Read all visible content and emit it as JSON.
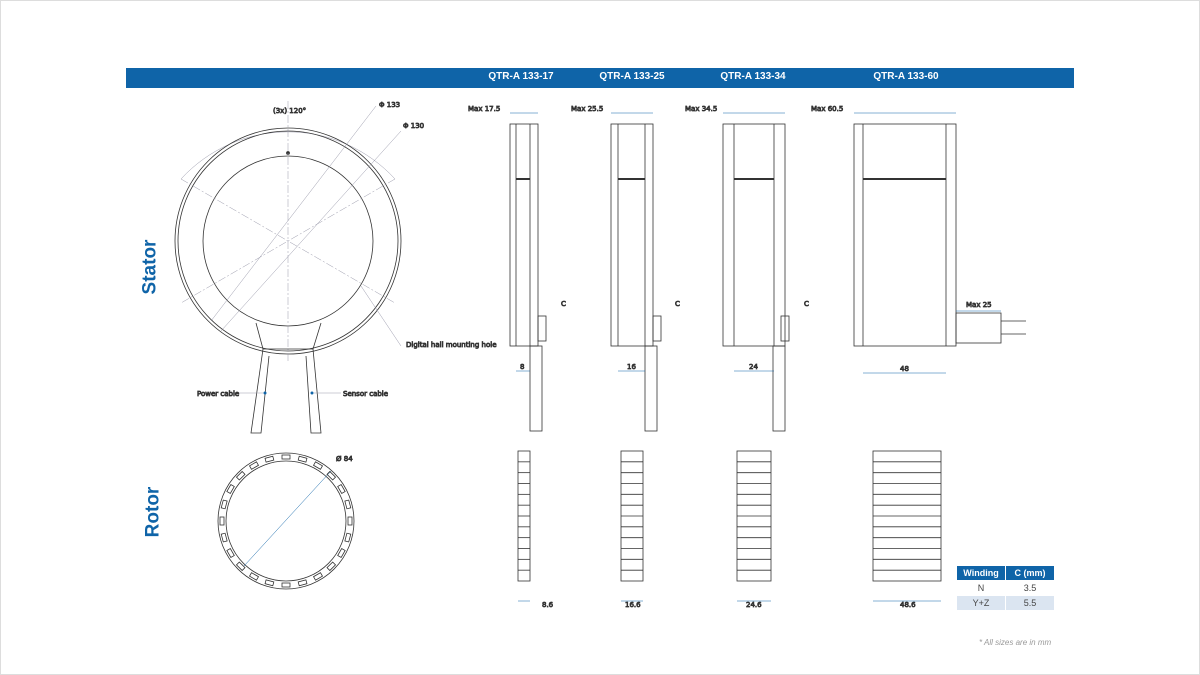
{
  "header": {
    "models": [
      "QTR-A 133-17",
      "QTR-A 133-25",
      "QTR-A 133-34",
      "QTR-A 133-60"
    ]
  },
  "rows": {
    "stator": "Stator",
    "rotor": "Rotor"
  },
  "stator_front": {
    "angle": "(3x) 120°",
    "outer_dia": "Φ 133",
    "inner_dia": "Φ 130",
    "hall": "Digital hall mounting hole",
    "power": "Power cable",
    "sensor": "Sensor cable"
  },
  "stator_side": [
    {
      "max": "Max 17.5",
      "c": "C",
      "width": "8"
    },
    {
      "max": "Max 25.5",
      "c": "C",
      "width": "16"
    },
    {
      "max": "Max 34.5",
      "c": "C",
      "width": "24"
    },
    {
      "max": "Max 60.5",
      "c": "Max 25",
      "width": "48"
    }
  ],
  "rotor_front": {
    "dia": "Ø 84"
  },
  "rotor_side": [
    "8.6",
    "16.6",
    "24.6",
    "48.6"
  ],
  "table": {
    "headers": [
      "Winding",
      "C (mm)"
    ],
    "rows": [
      [
        "N",
        "3.5"
      ],
      [
        "Y+Z",
        "5.5"
      ]
    ]
  },
  "note": "* All sizes are in mm",
  "colors": {
    "accent": "#0f64a8"
  }
}
